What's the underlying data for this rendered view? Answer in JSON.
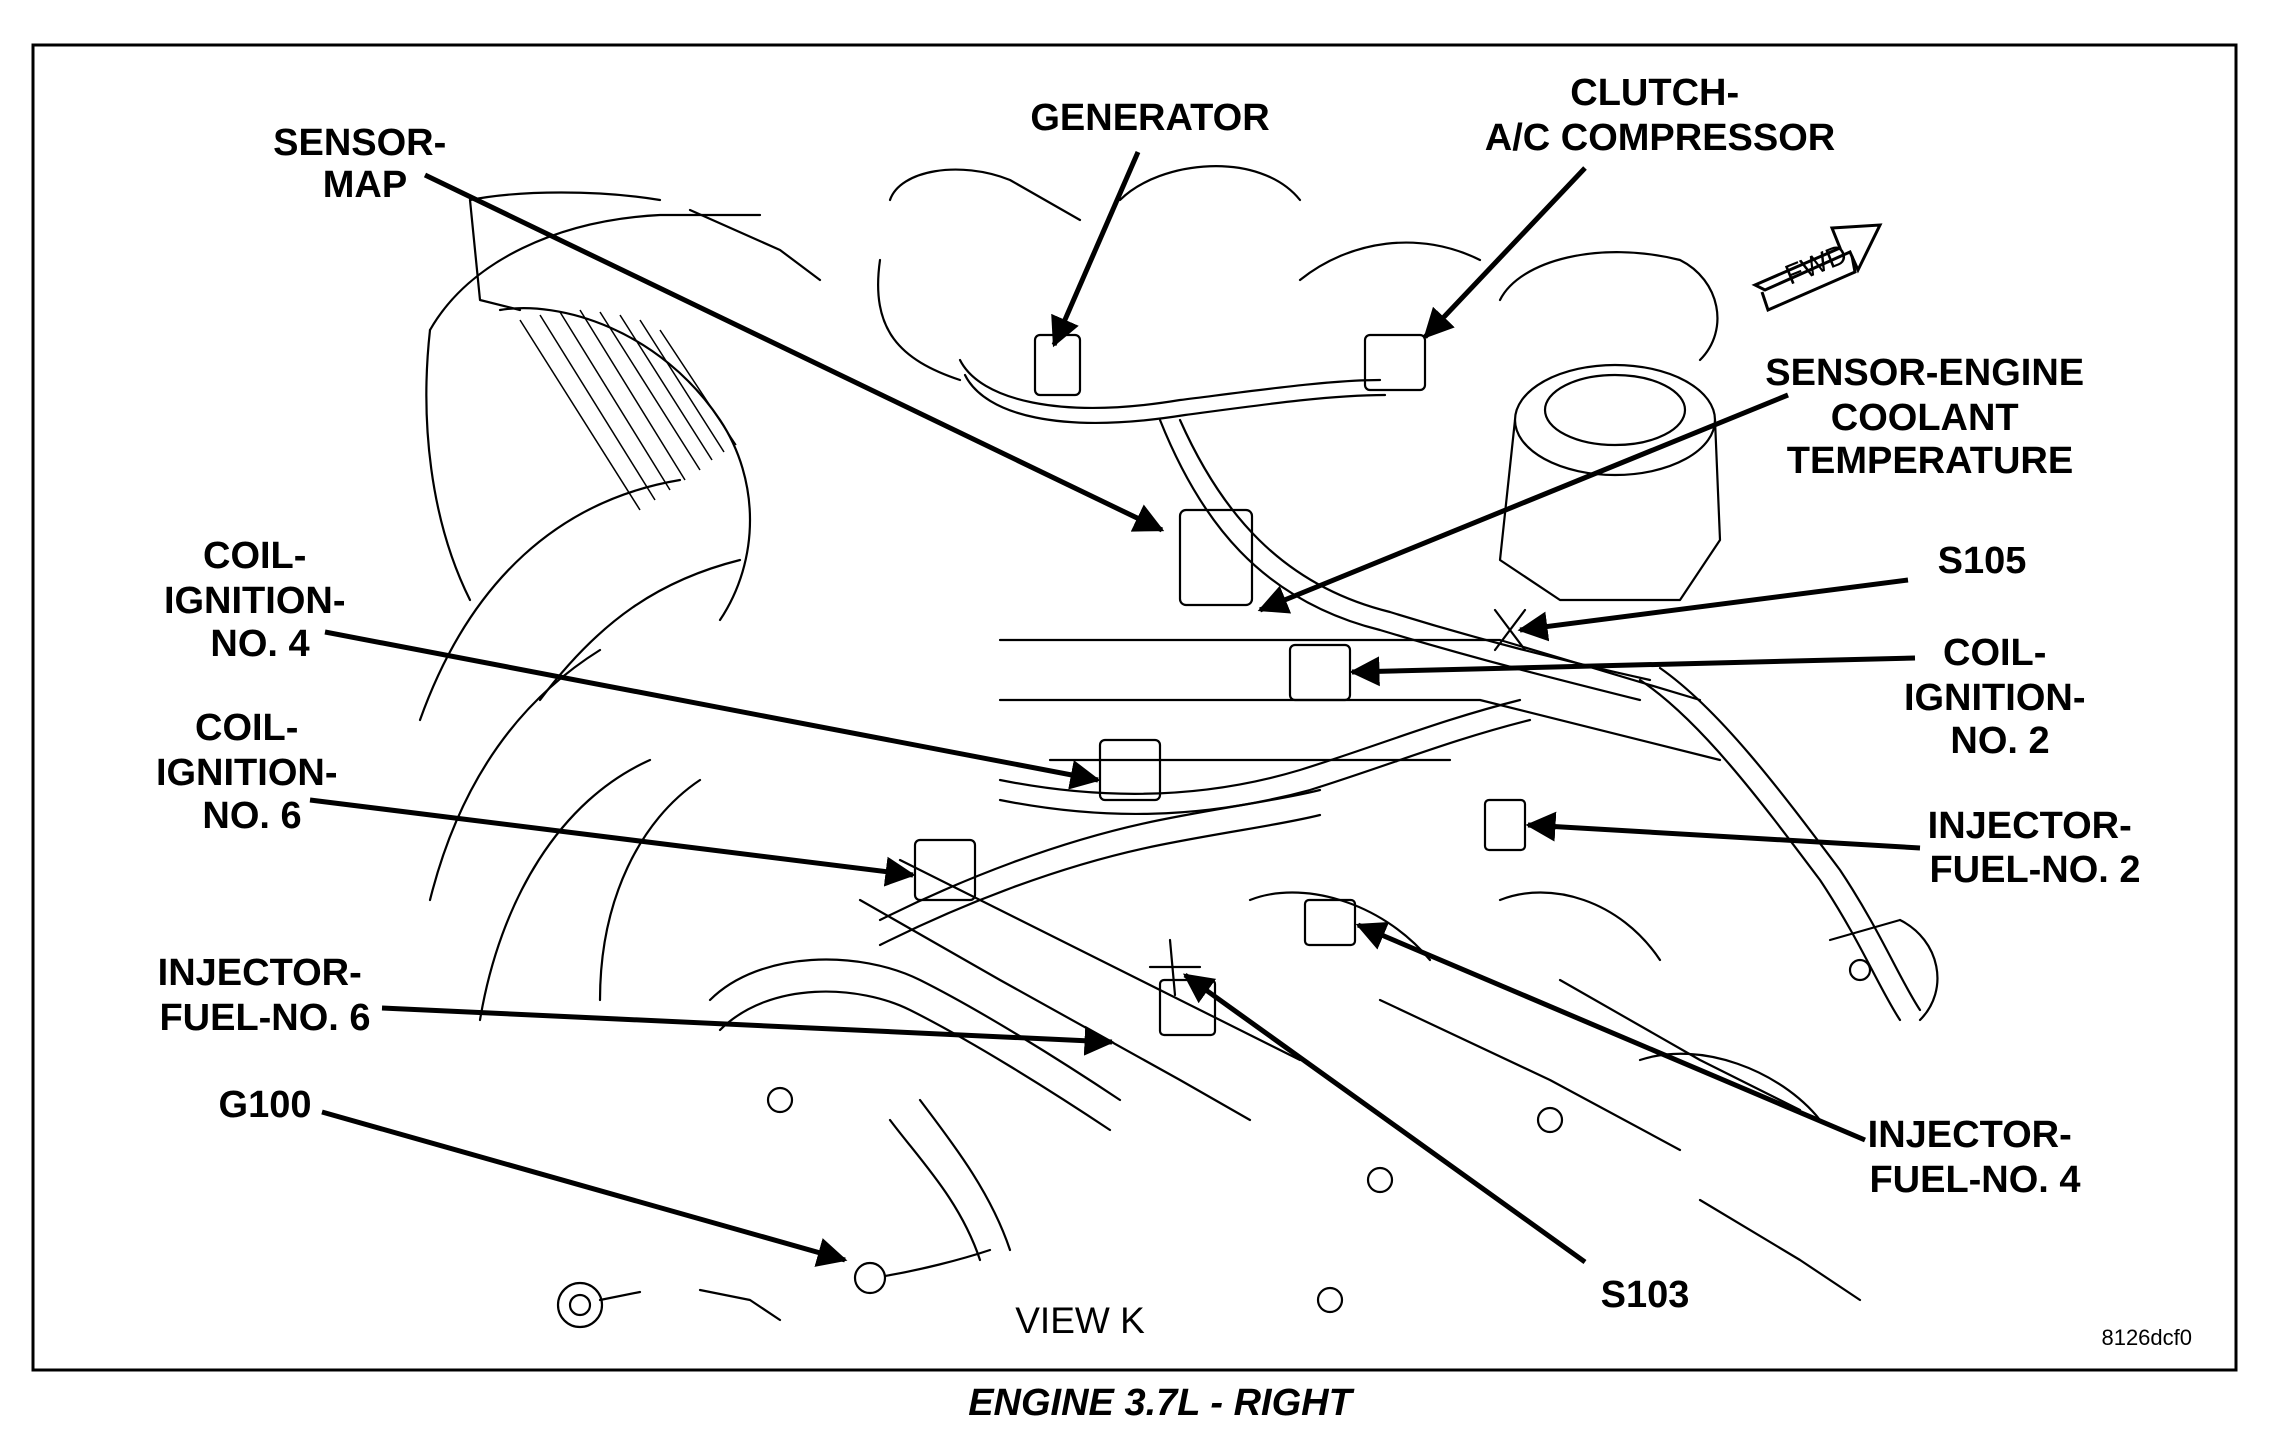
{
  "diagram": {
    "caption": "ENGINE 3.7L - RIGHT",
    "view_label": "VIEW K",
    "figure_id": "8126dcf0",
    "fwd_label": "FWD",
    "labels": {
      "sensor_map": [
        "SENSOR-",
        "MAP"
      ],
      "generator": [
        "GENERATOR"
      ],
      "clutch_ac": [
        "CLUTCH-",
        "A/C COMPRESSOR"
      ],
      "sensor_ect": [
        "SENSOR-ENGINE",
        "COOLANT",
        "TEMPERATURE"
      ],
      "s105": [
        "S105"
      ],
      "coil_2": [
        "COIL-",
        "IGNITION-",
        "NO. 2"
      ],
      "coil_4": [
        "COIL-",
        "IGNITION-",
        "NO. 4"
      ],
      "coil_6": [
        "COIL-",
        "IGNITION-",
        "NO. 6"
      ],
      "injector_2": [
        "INJECTOR-",
        "FUEL-NO. 2"
      ],
      "injector_6": [
        "INJECTOR-",
        "FUEL-NO. 6"
      ],
      "injector_4": [
        "INJECTOR-",
        "FUEL-NO. 4"
      ],
      "g100": [
        "G100"
      ],
      "s103": [
        "S103"
      ]
    }
  }
}
